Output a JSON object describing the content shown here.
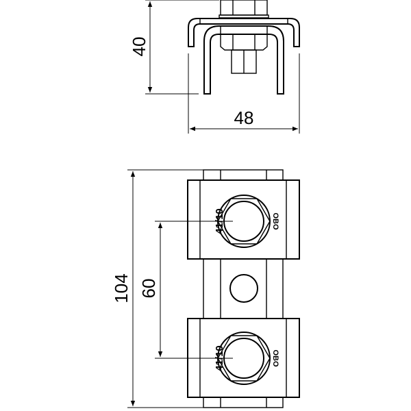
{
  "dimensions": {
    "height_top_view": "40",
    "width_top_view": "48",
    "length_overall": "104",
    "bolt_spacing": "60"
  },
  "markings": {
    "type_label": "41/10",
    "brand_logo": "OBO"
  }
}
